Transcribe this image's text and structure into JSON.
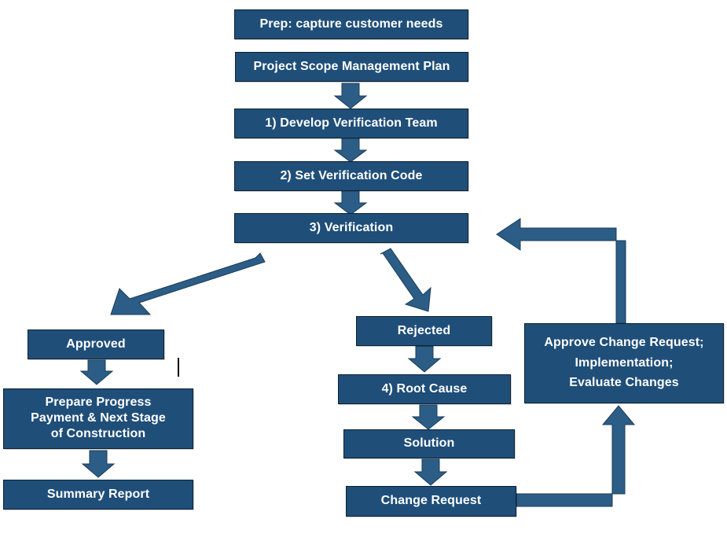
{
  "diagram": {
    "title": "Project Scope Verification and Change Request Flowchart",
    "colors": {
      "node_fill": "#1F4E79",
      "node_border": "#0d2233",
      "node_text": "#FFFFFF",
      "arrow_fill": "#2C5D86",
      "arrow_border": "#1B3C57",
      "background": "#FFFFFF",
      "caret": "#000000"
    },
    "nodes": [
      {
        "id": "prep",
        "lines": [
          "Prep:  capture customer needs"
        ]
      },
      {
        "id": "scope_plan",
        "lines": [
          "Project Scope Management Plan"
        ]
      },
      {
        "id": "develop_team",
        "lines": [
          "1) Develop Verification Team"
        ]
      },
      {
        "id": "set_code",
        "lines": [
          "2) Set Verification Code"
        ]
      },
      {
        "id": "verification",
        "lines": [
          "3) Verification"
        ]
      },
      {
        "id": "approved",
        "lines": [
          "Approved"
        ]
      },
      {
        "id": "prepare_payment",
        "lines": [
          "Prepare Progress",
          "Payment & Next Stage",
          "of Construction"
        ]
      },
      {
        "id": "summary_report",
        "lines": [
          "Summary Report"
        ]
      },
      {
        "id": "rejected",
        "lines": [
          "Rejected"
        ]
      },
      {
        "id": "root_cause",
        "lines": [
          "4) Root Cause"
        ]
      },
      {
        "id": "solution",
        "lines": [
          "Solution"
        ]
      },
      {
        "id": "change_request",
        "lines": [
          "Change Request"
        ]
      },
      {
        "id": "approve_change",
        "lines": [
          "Approve Change Request;",
          "Implementation;",
          "Evaluate Changes"
        ]
      }
    ],
    "edges": [
      {
        "id": "scope-to-team",
        "from": "scope_plan",
        "to": "develop_team",
        "kind": "down-block-arrow"
      },
      {
        "id": "team-to-code",
        "from": "develop_team",
        "to": "set_code",
        "kind": "down-block-arrow"
      },
      {
        "id": "code-to-verification",
        "from": "set_code",
        "to": "verification",
        "kind": "down-block-arrow"
      },
      {
        "id": "verification-to-approved",
        "from": "verification",
        "to": "approved",
        "kind": "diagonal-arrow-left"
      },
      {
        "id": "verification-to-rejected",
        "from": "verification",
        "to": "rejected",
        "kind": "diagonal-arrow-right"
      },
      {
        "id": "approved-to-prepare",
        "from": "approved",
        "to": "prepare_payment",
        "kind": "down-block-arrow"
      },
      {
        "id": "prepare-to-summary",
        "from": "prepare_payment",
        "to": "summary_report",
        "kind": "down-block-arrow"
      },
      {
        "id": "rejected-to-root",
        "from": "rejected",
        "to": "root_cause",
        "kind": "down-block-arrow"
      },
      {
        "id": "root-to-solution",
        "from": "root_cause",
        "to": "solution",
        "kind": "down-block-arrow"
      },
      {
        "id": "solution-to-change",
        "from": "solution",
        "to": "change_request",
        "kind": "down-block-arrow"
      },
      {
        "id": "change-to-approve",
        "from": "change_request",
        "to": "approve_change",
        "kind": "elbow-right-up-arrow"
      },
      {
        "id": "approve-to-verification",
        "from": "approve_change",
        "to": "verification",
        "kind": "elbow-up-left-arrow"
      }
    ],
    "caret_marker": {
      "id": "text-caret",
      "note": "thin vertical editing caret"
    }
  }
}
